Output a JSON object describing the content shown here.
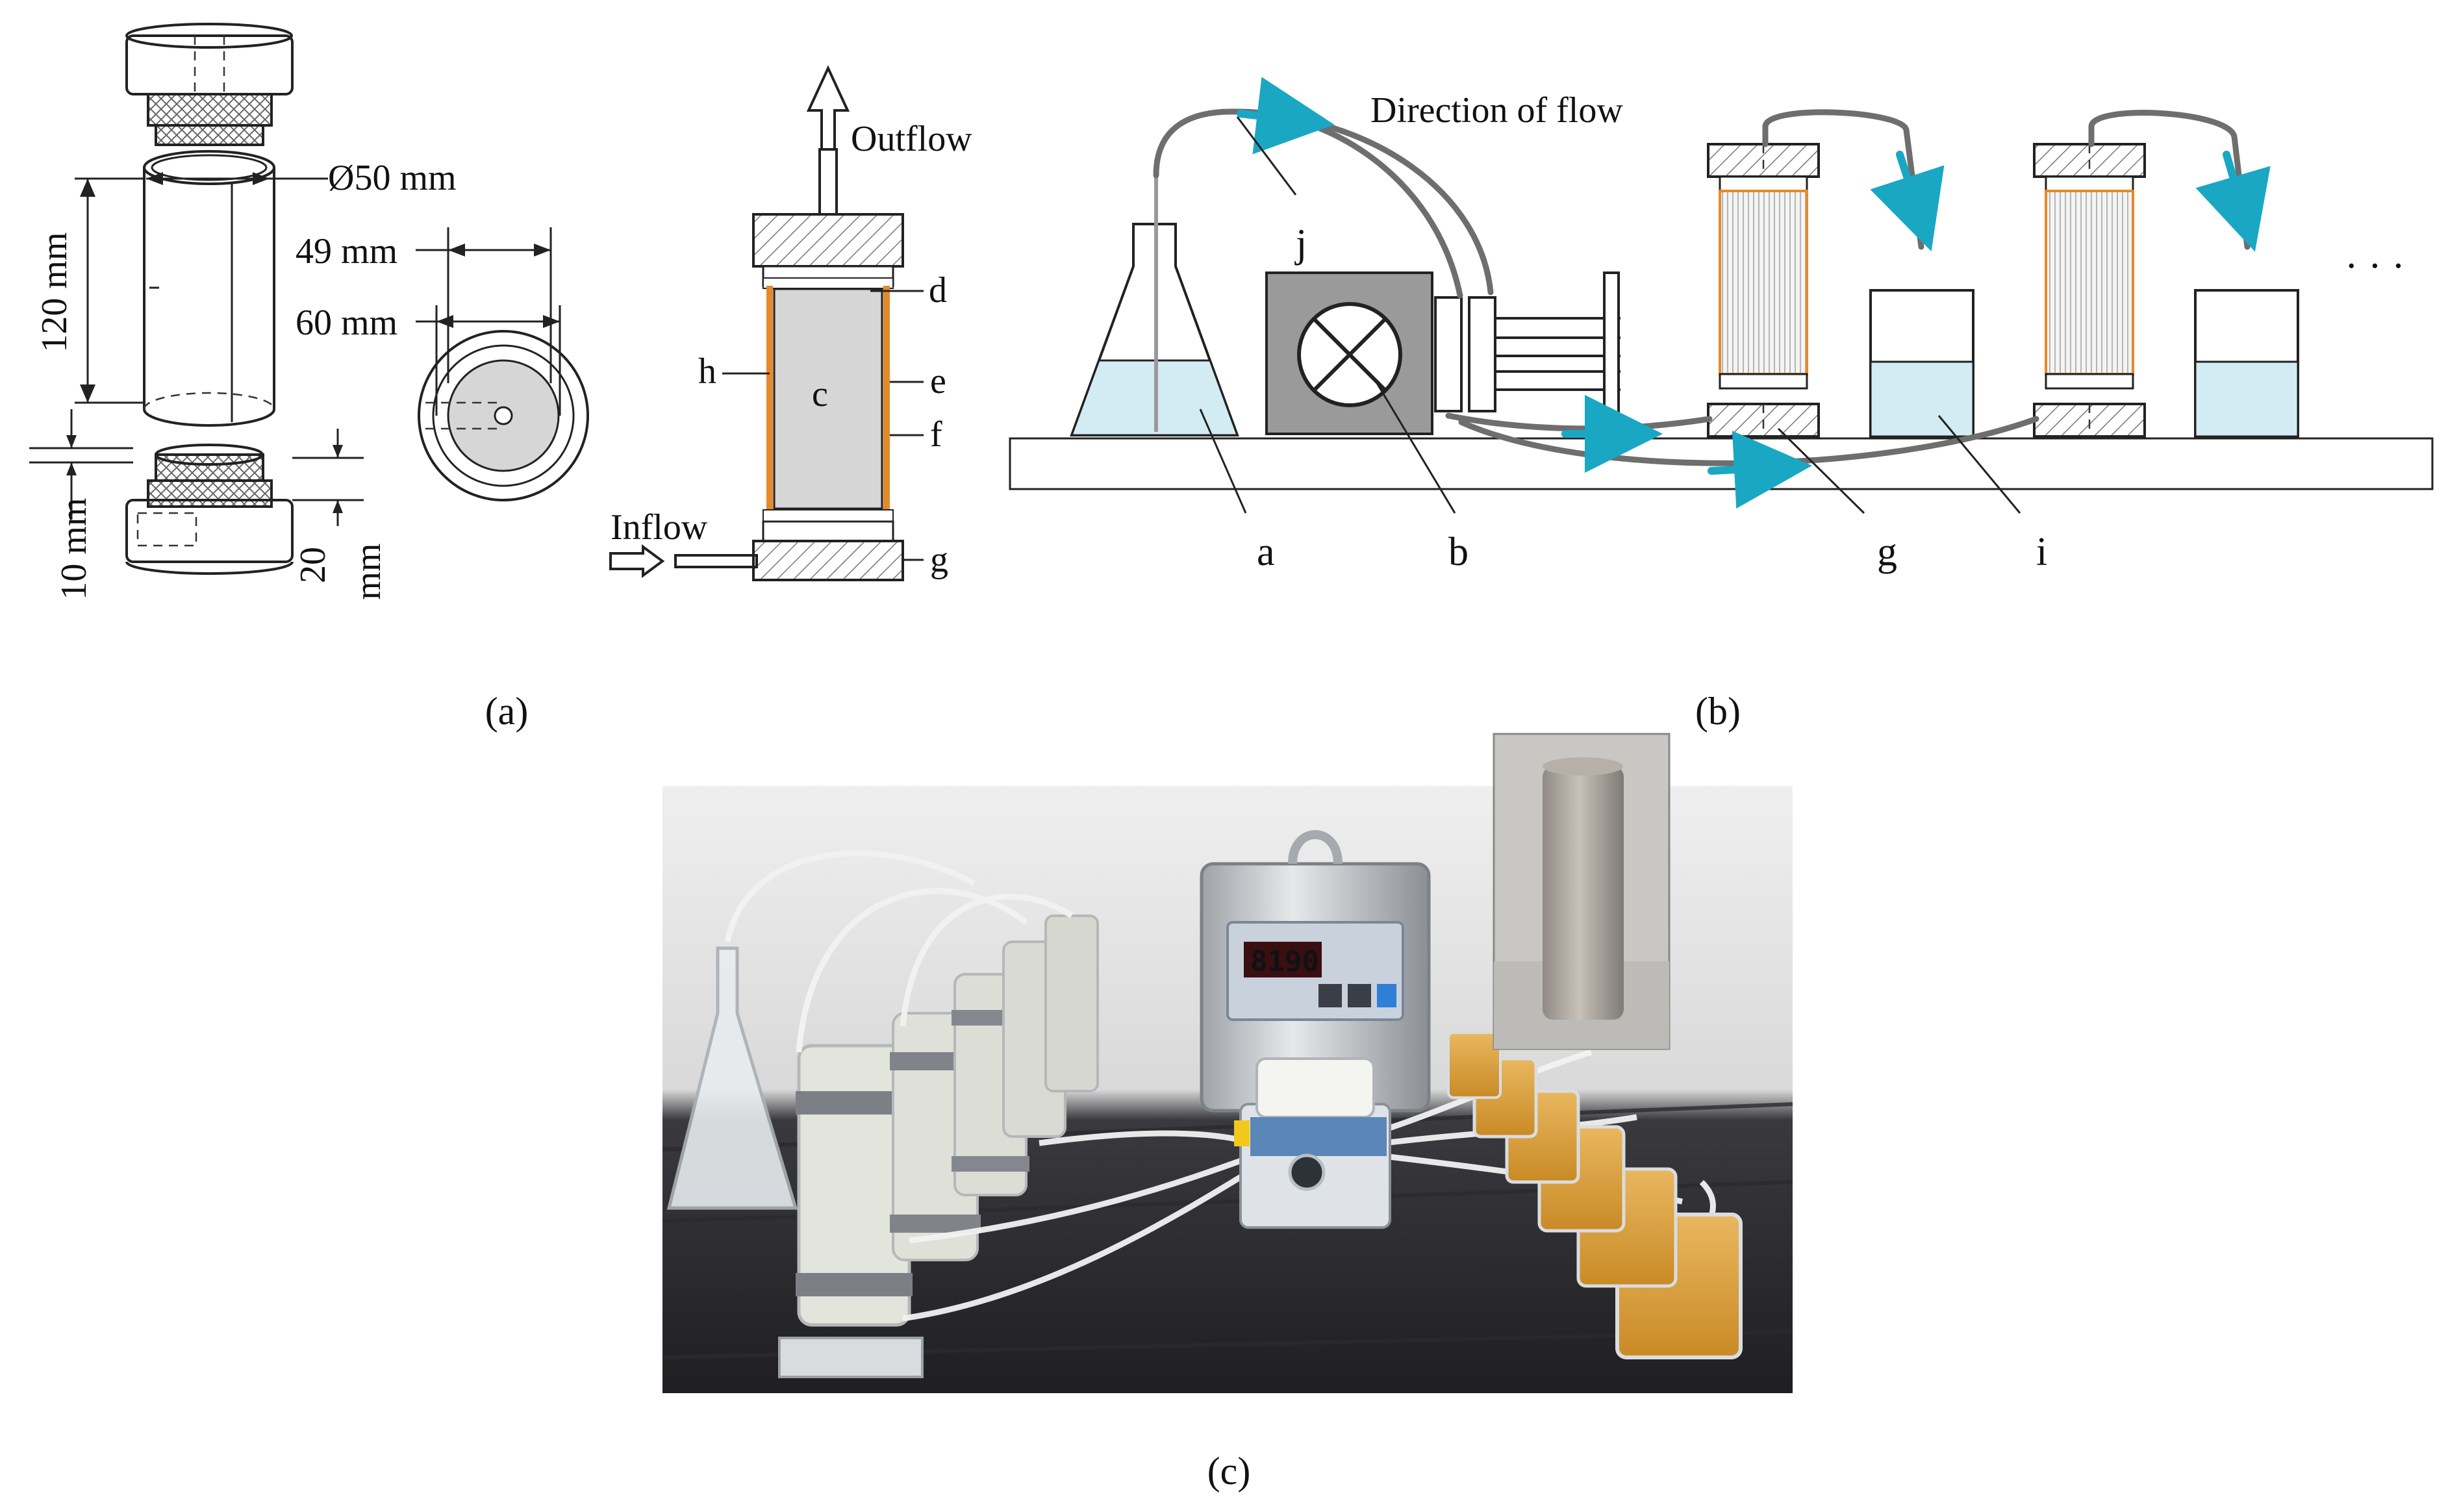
{
  "panels": {
    "a": {
      "label": "(a)",
      "dimensions": {
        "diameter": "Ø50 mm",
        "height": "120 mm",
        "inner": "49 mm",
        "outer": "60 mm",
        "gap": "10 mm",
        "base_top": "20",
        "base_bottom": "mm"
      },
      "section": {
        "outflow": "Outflow",
        "inflow": "Inflow",
        "c": "c",
        "d": "d",
        "e": "e",
        "f": "f",
        "g": "g",
        "h": "h"
      }
    },
    "b": {
      "label": "(b)",
      "direction": "Direction of flow",
      "a": "a",
      "b": "b",
      "g": "g",
      "i": "i",
      "j": "j",
      "ellipsis": "· · ·"
    },
    "c": {
      "label": "(c)"
    }
  },
  "colors": {
    "arrow": "#1aa7c4",
    "water": "#d3ecf3",
    "tube": "#6e6e6e",
    "accent_orange": "#e58a2c",
    "pump_gray": "#9a9a9a"
  }
}
